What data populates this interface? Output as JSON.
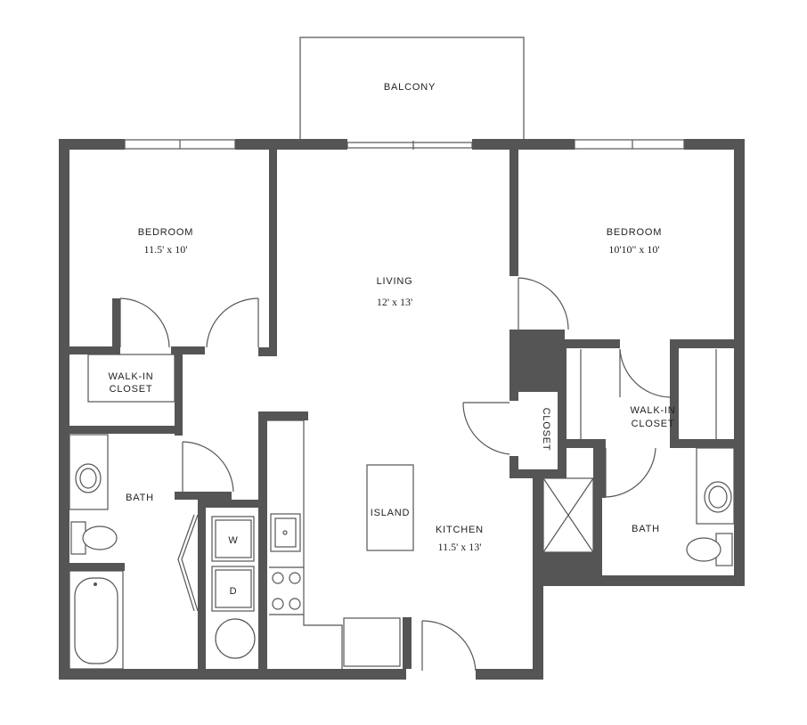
{
  "rooms": {
    "balcony": {
      "name": "BALCONY"
    },
    "bedroom_left": {
      "name": "BEDROOM",
      "dims": "11.5' x 10'"
    },
    "bedroom_right": {
      "name": "BEDROOM",
      "dims": "10'10\" x 10'"
    },
    "living": {
      "name": "LIVING",
      "dims": "12' x 13'"
    },
    "walkin_left": {
      "name_line1": "WALK-IN",
      "name_line2": "CLOSET"
    },
    "walkin_right": {
      "name_line1": "WALK-IN",
      "name_line2": "CLOSET"
    },
    "closet": {
      "name": "CLOSET"
    },
    "bath_left": {
      "name": "BATH"
    },
    "bath_right": {
      "name": "BATH"
    },
    "island": {
      "name": "ISLAND"
    },
    "kitchen": {
      "name": "KITCHEN",
      "dims": "11.5' x 13'"
    }
  },
  "appliances": {
    "washer": "W",
    "dryer": "D"
  },
  "colors": {
    "wall": "#555555",
    "background": "#ffffff"
  }
}
